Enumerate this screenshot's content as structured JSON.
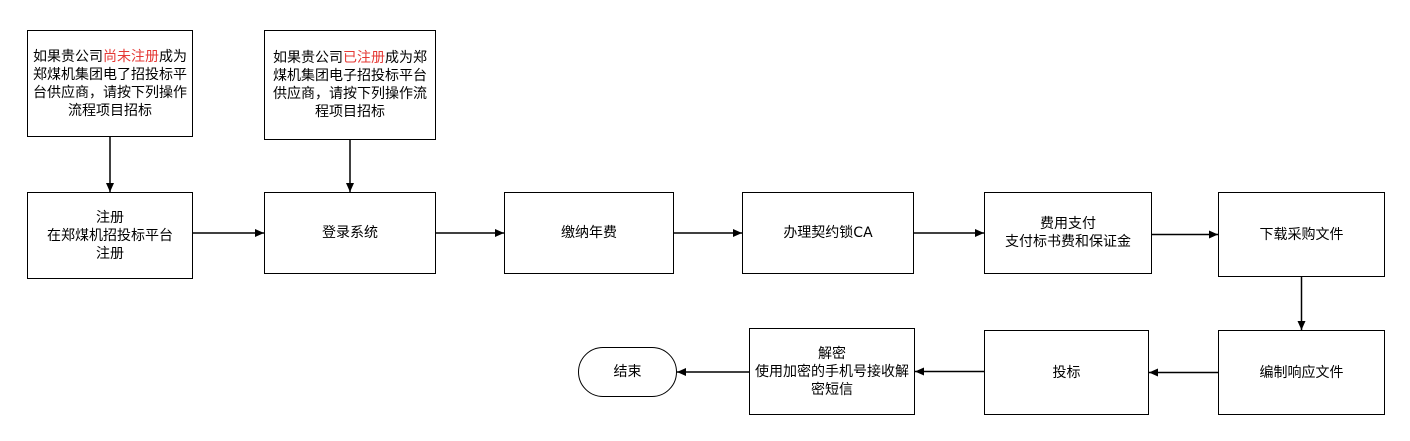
{
  "colors": {
    "stroke": "#000000",
    "highlight": "#e53935",
    "background": "#ffffff"
  },
  "nodes": {
    "note_unregistered": {
      "pre": "如果贵公司",
      "highlight": "尚未注册",
      "post": "成为郑煤机集团电了招投标平台供应商，请按下列操作流程项目招标"
    },
    "note_registered": {
      "pre": "如果贵公司",
      "highlight": "已注册",
      "post": "成为郑煤机集团电子招投标平台供应商，请按下列操作流程项目招标"
    },
    "register": {
      "lines": [
        "注册",
        "在郑煤机招投标平台",
        "注册"
      ]
    },
    "login": {
      "lines": [
        "登录系统"
      ]
    },
    "annual_fee": {
      "lines": [
        "缴纳年费"
      ]
    },
    "ca": {
      "lines": [
        "办理契约锁CA"
      ]
    },
    "payment": {
      "lines": [
        "费用支付",
        "支付标书费和保证金"
      ]
    },
    "download": {
      "lines": [
        "下载采购文件"
      ]
    },
    "compile": {
      "lines": [
        "编制响应文件"
      ]
    },
    "bid": {
      "lines": [
        "投标"
      ]
    },
    "decrypt": {
      "lines": [
        "解密",
        "使用加密的手机号接收解",
        "密短信"
      ]
    },
    "end": {
      "lines": [
        "结束"
      ]
    }
  },
  "edges": [
    [
      "note_unregistered",
      "register"
    ],
    [
      "note_registered",
      "login"
    ],
    [
      "register",
      "login"
    ],
    [
      "login",
      "annual_fee"
    ],
    [
      "annual_fee",
      "ca"
    ],
    [
      "ca",
      "payment"
    ],
    [
      "payment",
      "download"
    ],
    [
      "download",
      "compile"
    ],
    [
      "compile",
      "bid"
    ],
    [
      "bid",
      "decrypt"
    ],
    [
      "decrypt",
      "end"
    ]
  ]
}
